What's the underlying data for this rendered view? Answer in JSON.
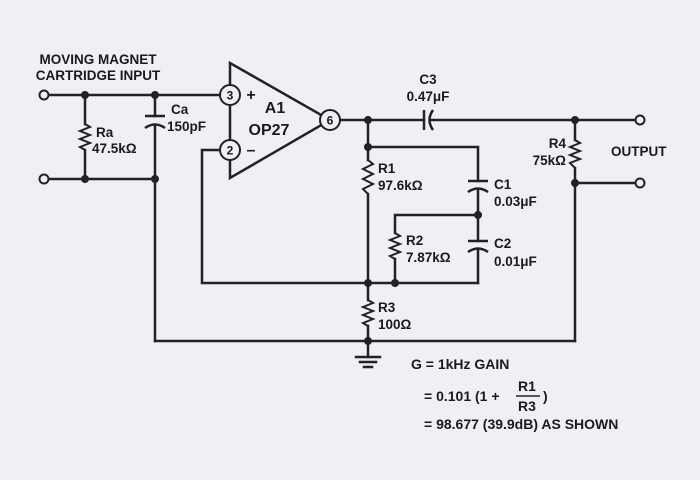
{
  "input_label": [
    "MOVING MAGNET",
    "CARTRIDGE INPUT"
  ],
  "output_label": "OUTPUT",
  "opamp": {
    "ref": "A1",
    "part": "OP27",
    "plus_sign": "+",
    "minus_sign": "–",
    "pins": {
      "noninverting": "3",
      "inverting": "2",
      "output": "6"
    }
  },
  "components": {
    "Ra": {
      "ref": "Ra",
      "value": "47.5kΩ"
    },
    "Ca": {
      "ref": "Ca",
      "value": "150pF"
    },
    "C3": {
      "ref": "C3",
      "value": "0.47μF"
    },
    "R4": {
      "ref": "R4",
      "value": "75kΩ"
    },
    "R1": {
      "ref": "R1",
      "value": "97.6kΩ"
    },
    "C1": {
      "ref": "C1",
      "value": "0.03μF"
    },
    "R2": {
      "ref": "R2",
      "value": "7.87kΩ"
    },
    "C2": {
      "ref": "C2",
      "value": "0.01μF"
    },
    "R3": {
      "ref": "R3",
      "value": "100Ω"
    }
  },
  "gain_note": {
    "line1": "G = 1kHz GAIN",
    "line2_prefix": "= 0.101 (1 +",
    "fraction_numerator": "R1",
    "fraction_denominator": "R3",
    "line2_suffix": ")",
    "line3": "= 98.677 (39.9dB) AS SHOWN"
  }
}
